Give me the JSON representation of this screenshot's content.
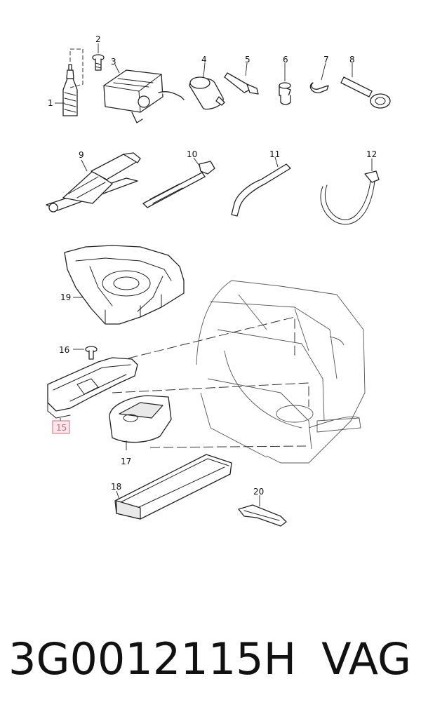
{
  "labels": {
    "l1": "1",
    "l2": "2",
    "l3": "3",
    "l4": "4",
    "l5": "5",
    "l6": "6",
    "l7": "7",
    "l8": "8",
    "l9": "9",
    "l10": "10",
    "l11": "11",
    "l12": "12",
    "l15": "15",
    "l16": "16",
    "l17": "17",
    "l18": "18",
    "l19": "19",
    "l20": "20"
  },
  "highlight_color": "#e0607a",
  "highlight_fill": "#fde8ec",
  "footer": {
    "part_number": "3G0012115H",
    "brand": "VAG"
  }
}
